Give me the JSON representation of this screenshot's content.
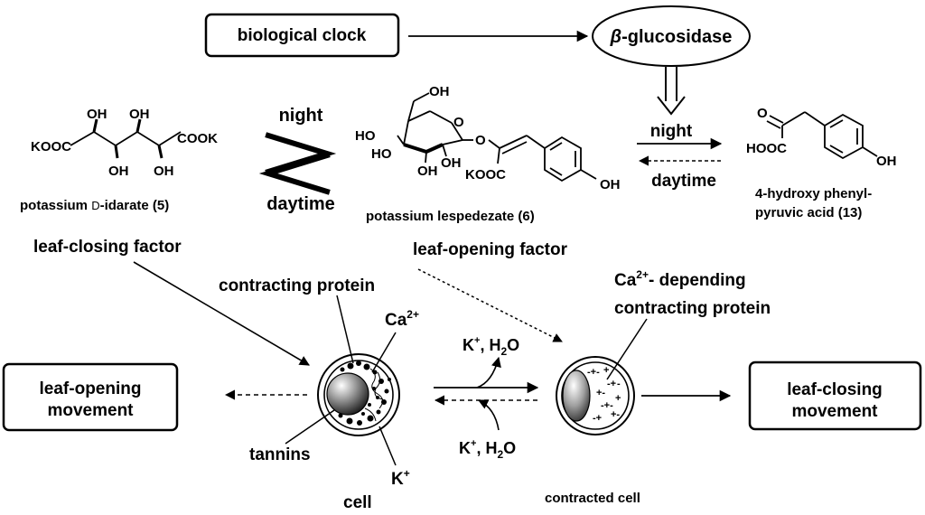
{
  "boxes": {
    "biological_clock": "biological clock",
    "beta_glucosidase_greek": "β",
    "beta_glucosidase_rest": "-glucosidase",
    "leaf_opening_movement_1": "leaf-opening",
    "leaf_opening_movement_2": "movement",
    "leaf_closing_movement_1": "leaf-closing",
    "leaf_closing_movement_2": "movement"
  },
  "equilibrium_1": {
    "top": "night",
    "bottom": "daytime"
  },
  "equilibrium_2": {
    "top": "night",
    "bottom": "daytime"
  },
  "compounds": {
    "idarate": {
      "name_prefix": "potassium ",
      "name_sc": "D",
      "name_suffix": "-idarate (5)",
      "oh": "OH",
      "left_group": "KOOC",
      "right_group": "COOK"
    },
    "lespedezate": {
      "name": "potassium lespedezate (6)",
      "oh": "OH",
      "ho": "HO",
      "o": "O",
      "kooc": "KOOC"
    },
    "phenylpyruvic": {
      "name_1": "4-hydroxy phenyl-",
      "name_2": "pyruvic acid (13)",
      "o": "O",
      "hooc": "HOOC",
      "oh": "OH"
    }
  },
  "factors": {
    "closing": "leaf-closing factor",
    "opening": "leaf-opening factor"
  },
  "cell_labels": {
    "contracting_protein": "contracting protein",
    "ca_base": "Ca",
    "ca_sup": "2+",
    "tannins": "tannins",
    "k_base": "K",
    "k_sup": "+",
    "cell": "cell",
    "ca_dep_base": "Ca",
    "ca_dep_sup": "2+",
    "ca_dep_rest": "- depending",
    "ca_dep_line2": "contracting  protein",
    "contracted_cell": "contracted cell"
  },
  "exchange": {
    "top_k": "K",
    "top_k_sup": "+",
    "top_rest": ", H",
    "top_sub": "2",
    "top_o": "O",
    "bot_k": "K",
    "bot_k_sup": "+",
    "bot_rest": ", H",
    "bot_sub": "2",
    "bot_o": "O"
  }
}
